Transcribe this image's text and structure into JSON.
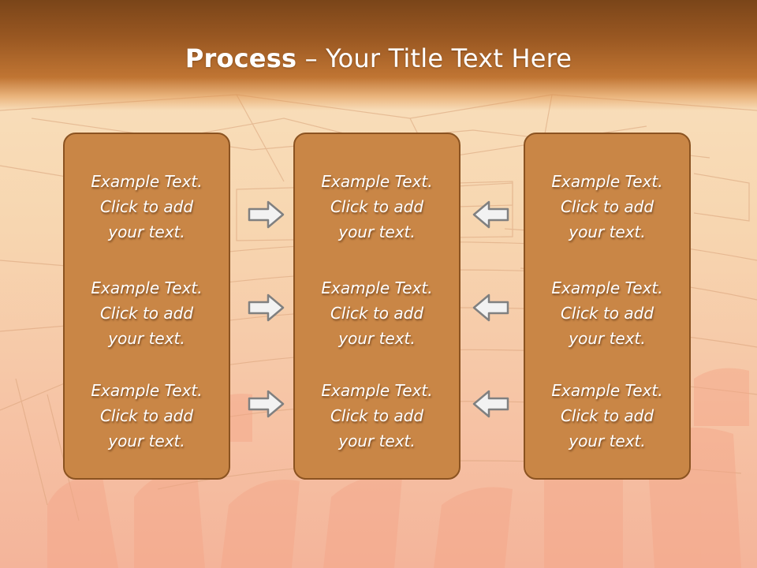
{
  "slide": {
    "title_bold": "Process",
    "title_rest": " – Your Title Text Here",
    "columns": [
      {
        "blocks": [
          {
            "line1": "Example Text.",
            "line2": "Click  to add",
            "line3": "your text."
          },
          {
            "line1": "Example Text.",
            "line2": "Click  to add",
            "line3": "your text."
          },
          {
            "line1": "Example Text.",
            "line2": "Click  to add",
            "line3": "your text."
          }
        ]
      },
      {
        "blocks": [
          {
            "line1": "Example Text.",
            "line2": "Click  to add",
            "line3": "your text."
          },
          {
            "line1": "Example Text.",
            "line2": "Click  to add",
            "line3": "your text."
          },
          {
            "line1": "Example Text.",
            "line2": "Click  to add",
            "line3": "your text."
          }
        ]
      },
      {
        "blocks": [
          {
            "line1": "Example Text.",
            "line2": "Click  to add",
            "line3": "your text."
          },
          {
            "line1": "Example Text.",
            "line2": "Click  to add",
            "line3": "your text."
          },
          {
            "line1": "Example Text.",
            "line2": "Click  to add",
            "line3": "your text."
          }
        ]
      }
    ],
    "arrows_left": [
      {
        "icon": "right-arrow-icon"
      },
      {
        "icon": "right-arrow-icon"
      },
      {
        "icon": "right-arrow-icon"
      }
    ],
    "arrows_right": [
      {
        "icon": "left-arrow-icon"
      },
      {
        "icon": "left-arrow-icon"
      },
      {
        "icon": "left-arrow-icon"
      }
    ],
    "colors": {
      "title_bar": "#9a5822",
      "panel_fill": "#c98646",
      "panel_border": "#8b5321",
      "text": "#ffffff",
      "arrow_fill": "#f2f2f2",
      "arrow_stroke": "#808080"
    }
  }
}
